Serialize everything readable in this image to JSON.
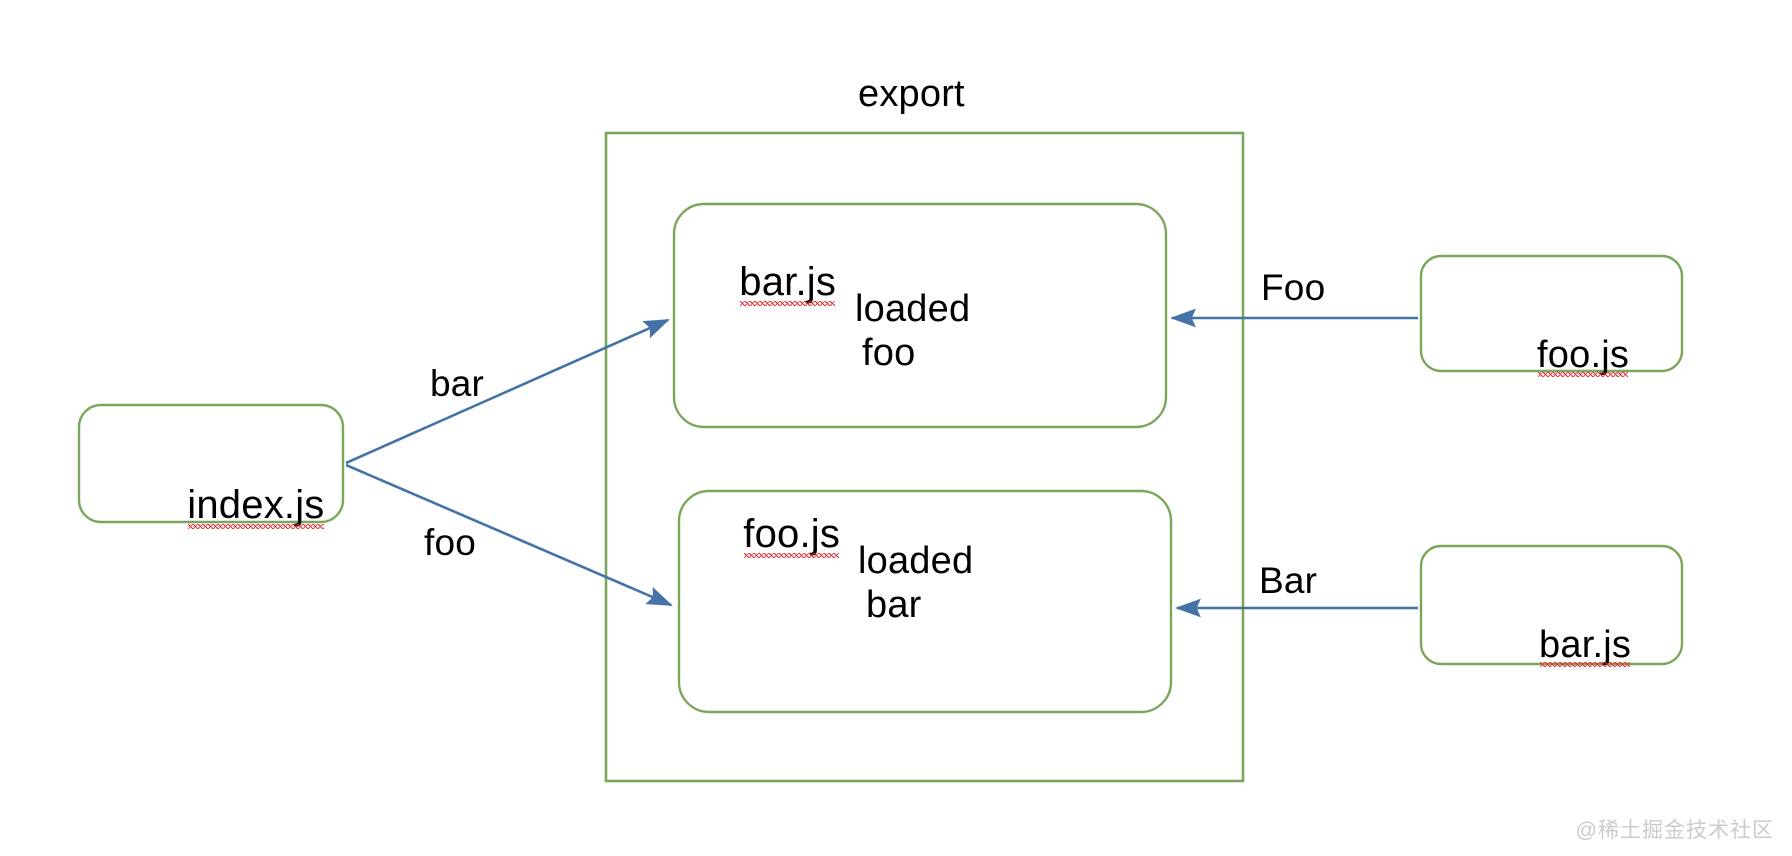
{
  "diagram": {
    "title_group": "export",
    "colors": {
      "node_border": "#7CA65C",
      "arrow": "#4573A7",
      "text": "#000000",
      "spellcheck_underline": "#E2272B",
      "background": "#FFFFFF",
      "watermark": "#C9CBD0"
    },
    "entry_node": {
      "label": "index.js"
    },
    "group": {
      "label": "export",
      "modules": [
        {
          "name": "bar.js",
          "body_line1": "loaded",
          "body_line2": "foo"
        },
        {
          "name": "foo.js",
          "body_line1": "loaded",
          "body_line2": "bar"
        }
      ]
    },
    "external_nodes": [
      {
        "label": "foo.js"
      },
      {
        "label": "bar.js"
      }
    ],
    "edges": [
      {
        "label": "bar",
        "from": "index.js",
        "to": "bar.js"
      },
      {
        "label": "foo",
        "from": "index.js",
        "to": "foo.js"
      },
      {
        "label": "Foo",
        "from": "foo.js",
        "to": "bar.js"
      },
      {
        "label": "Bar",
        "from": "bar.js",
        "to": "foo.js"
      }
    ]
  },
  "watermark": {
    "text": "@稀土掘金技术社区"
  }
}
